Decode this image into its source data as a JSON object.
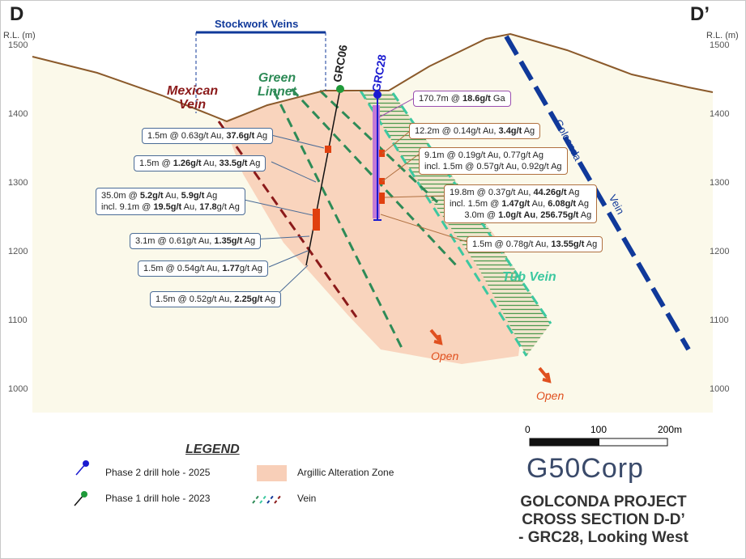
{
  "corners": {
    "left": "D",
    "right": "D’"
  },
  "axis": {
    "label": "R.L. (m)",
    "ticks": [
      "1500",
      "1400",
      "1300",
      "1200",
      "1100",
      "1000"
    ]
  },
  "features": {
    "stockwork": "Stockwork Veins",
    "mexican_vein": [
      "Mexican",
      "Vein"
    ],
    "green_linnet": [
      "Green",
      "Linnet"
    ],
    "golconda_vein": [
      "Golconda",
      "Vein"
    ],
    "tub_vein": "Tub Vein",
    "open": [
      "Open",
      "Open"
    ]
  },
  "holes": {
    "grc06": "GRC06",
    "grc28": "GRC28"
  },
  "intercepts_grc06": [
    [
      {
        "t": "1.5m @ 0.63g/t Au, "
      },
      {
        "t": "37.6g/t",
        "b": 1
      },
      {
        "t": " Ag"
      }
    ],
    [
      {
        "t": "1.5m @ "
      },
      {
        "t": "1.26g/t",
        "b": 1
      },
      {
        "t": " Au, "
      },
      {
        "t": "33.5g/t",
        "b": 1
      },
      {
        "t": " Ag"
      }
    ],
    [
      {
        "t": "35.0m @ "
      },
      {
        "t": "5.2g/t",
        "b": 1
      },
      {
        "t": " Au, "
      },
      {
        "t": "5.9g/t",
        "b": 1
      },
      {
        "t": " Ag"
      },
      {
        "br": 1
      },
      {
        "t": "incl. 9.1m @ "
      },
      {
        "t": "19.5g/t",
        "b": 1
      },
      {
        "t": " Au, "
      },
      {
        "t": "17.8",
        "b": 1
      },
      {
        "t": "g/t Ag"
      }
    ],
    [
      {
        "t": "3.1m @ 0.61g/t Au, "
      },
      {
        "t": "1.35g/t",
        "b": 1
      },
      {
        "t": " Ag"
      }
    ],
    [
      {
        "t": "1.5m @ 0.54g/t Au, "
      },
      {
        "t": "1.77",
        "b": 1
      },
      {
        "t": "g/t Ag"
      }
    ],
    [
      {
        "t": "1.5m @ 0.52g/t Au, "
      },
      {
        "t": "2.25g/t",
        "b": 1
      },
      {
        "t": " Ag"
      }
    ]
  ],
  "intercepts_grc28": [
    [
      {
        "t": "170.7m @ "
      },
      {
        "t": "18.6g/t",
        "b": 1
      },
      {
        "t": " Ga"
      }
    ],
    [
      {
        "t": "12.2m @ 0.14g/t Au, "
      },
      {
        "t": "3.4g/t",
        "b": 1
      },
      {
        "t": " Ag"
      }
    ],
    [
      {
        "t": "9.1m @ 0.19g/t Au, 0.77g/t Ag"
      },
      {
        "br": 1
      },
      {
        "t": "incl. 1.5m @ 0.57g/t Au, 0.92g/t Ag"
      }
    ],
    [
      {
        "t": "19.8m @ 0.37g/t Au, "
      },
      {
        "t": "44.26g/t",
        "b": 1
      },
      {
        "t": " Ag"
      },
      {
        "br": 1
      },
      {
        "t": "incl. 1.5m @ "
      },
      {
        "t": "1.47g/t",
        "b": 1
      },
      {
        "t": " Au, "
      },
      {
        "t": "6.08g/t",
        "b": 1
      },
      {
        "t": " Ag"
      },
      {
        "br": 1
      },
      {
        "t": "      3.0m @ "
      },
      {
        "t": "1.0g/t Au",
        "b": 1
      },
      {
        "t": ", "
      },
      {
        "t": "256.75g/t",
        "b": 1
      },
      {
        "t": " Ag"
      }
    ],
    [
      {
        "t": "1.5m @ 0.78g/t Au, "
      },
      {
        "t": "13.55g/t",
        "b": 1
      },
      {
        "t": " Ag"
      }
    ]
  ],
  "scale": {
    "labels": [
      "0",
      "100",
      "200m"
    ]
  },
  "legend": {
    "title": "LEGEND",
    "items": [
      "Phase 2 drill hole - 2025",
      "Phase 1 drill hole - 2023",
      "Argillic Alteration Zone",
      "Vein"
    ]
  },
  "logo": "G50Corp",
  "title": [
    "GOLCONDA PROJECT",
    "CROSS SECTION D-D’",
    "- GRC28, Looking West"
  ],
  "colors": {
    "alteration": "#f8cfb8",
    "ground": "#fbf9ea",
    "terrain": "#8b5a2b",
    "golconda": "#10399a",
    "green_vein": "#2e8b57",
    "tub": "#3cc8a0",
    "mexican": "#8b1a1a",
    "grc28": "#1a1ad0",
    "grc06": "#1f9a3a",
    "intercept": "#e0400f"
  }
}
